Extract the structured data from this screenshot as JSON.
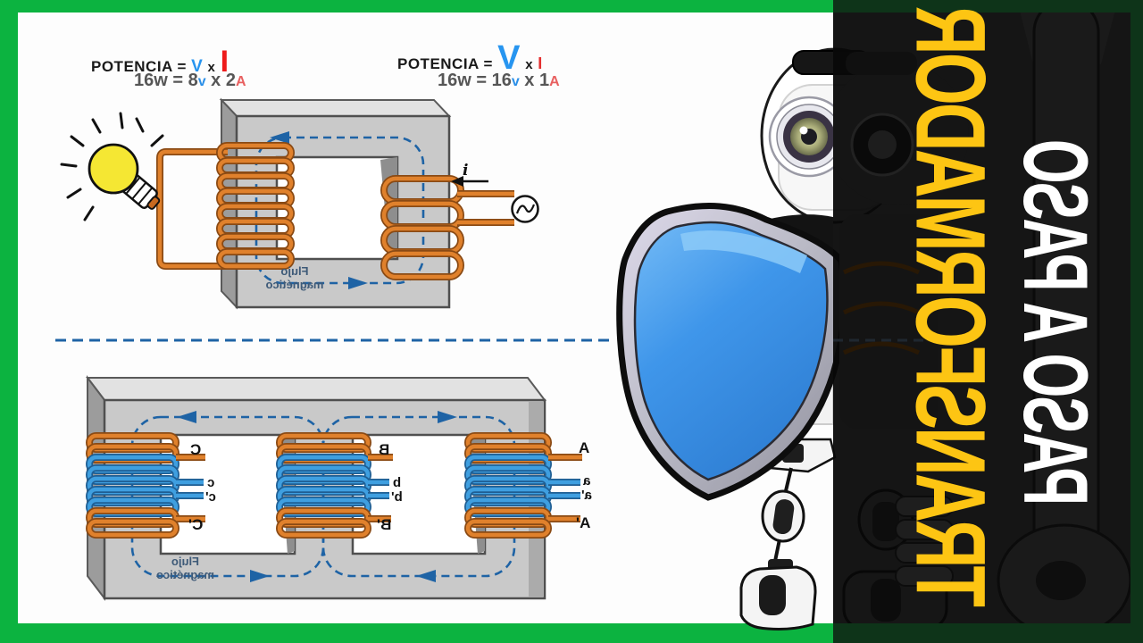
{
  "colors": {
    "border_green": "#0cb340",
    "title_yellow": "#fdc513",
    "title_white": "#ffffff",
    "flux_blue": "#1e63a5",
    "wire_orange": "#e0812c",
    "winding_blue": "#3f9fe0",
    "formula_blue": "#2795f0",
    "formula_red": "#ee1b1b",
    "shield_blue": "#3f96ea"
  },
  "formulas": {
    "f1": {
      "word": "POTENCIA",
      "equals": "=",
      "v": "V",
      "times": "x",
      "i": "I",
      "line2_pre": "16w = 8",
      "line2_v": "v",
      "line2_mid": " x 2",
      "line2_a": "A"
    },
    "f2": {
      "word": "POTENCIA",
      "equals": "=",
      "v": "V",
      "times": "x",
      "i": "I",
      "line2_pre": "16w = 16",
      "line2_v": "v",
      "line2_mid": " x 1",
      "line2_a": "A"
    }
  },
  "top_diagram": {
    "current_label": "i",
    "flux_line1": "Flujo",
    "flux_line2": "magnético"
  },
  "bottom_diagram": {
    "flux_line1": "Flujo",
    "flux_line2": "magnético",
    "phase_c": {
      "top": "C",
      "mid1": "c",
      "mid2": "c'",
      "bottom": "C'"
    },
    "phase_b": {
      "top": "B",
      "mid1": "b",
      "mid2": "b'",
      "bottom": "B'"
    },
    "phase_a": {
      "top": "A",
      "mid1": "a",
      "mid2": "a'",
      "bottom": "A'"
    }
  },
  "panel": {
    "title_line1": "TRANSFORMADOR",
    "title_line2": "PASO A PASO"
  }
}
